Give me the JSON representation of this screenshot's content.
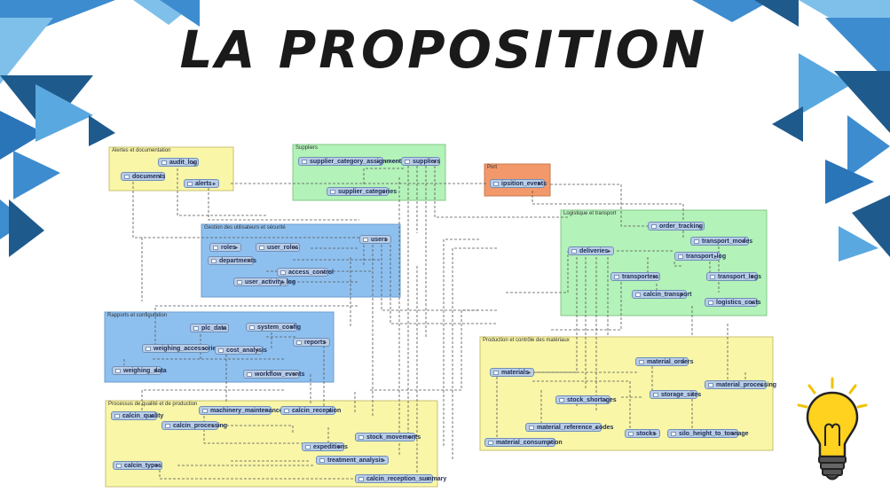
{
  "title": "LA PROPOSITION",
  "colors": {
    "dark_blue": "#1e5a8c",
    "mid_blue": "#3d8ccf",
    "light_blue": "#7fc0ea",
    "group_yellow": "#f9f6a8",
    "group_green": "#b3f2b8",
    "group_blue": "#8ec0ef",
    "group_orange": "#f3986b"
  },
  "groups": [
    {
      "id": "alertes",
      "label": "Alertes et documentation"
    },
    {
      "id": "suppliers",
      "label": "Suppliers"
    },
    {
      "id": "port",
      "label": "Port"
    },
    {
      "id": "gestion",
      "label": "Gestion des utilisateurs et sécurité"
    },
    {
      "id": "logistique",
      "label": "Logistique et transport"
    },
    {
      "id": "rapports",
      "label": "Rapports et configuration"
    },
    {
      "id": "production",
      "label": "Production et contrôle des matériaux"
    },
    {
      "id": "processus",
      "label": "Processus de qualité et de production"
    }
  ],
  "tables": [
    {
      "id": "audit_log",
      "label": "audit_log"
    },
    {
      "id": "documents",
      "label": "documents"
    },
    {
      "id": "alerts",
      "label": "alerts"
    },
    {
      "id": "supplier_category_assignments",
      "label": "supplier_category_assignments"
    },
    {
      "id": "suppliers",
      "label": "suppliers"
    },
    {
      "id": "supplier_categories",
      "label": "supplier_categories"
    },
    {
      "id": "ipsition_events",
      "label": "ipsition_events"
    },
    {
      "id": "users",
      "label": "users"
    },
    {
      "id": "roles",
      "label": "roles"
    },
    {
      "id": "user_roles",
      "label": "user_roles"
    },
    {
      "id": "departments",
      "label": "departments"
    },
    {
      "id": "access_control",
      "label": "access_control"
    },
    {
      "id": "user_activity_log",
      "label": "user_activity_log"
    },
    {
      "id": "order_tracking",
      "label": "order_tracking"
    },
    {
      "id": "transport_modes",
      "label": "transport_modes"
    },
    {
      "id": "deliveries",
      "label": "deliveries"
    },
    {
      "id": "transport_log",
      "label": "transport_log"
    },
    {
      "id": "transporters",
      "label": "transporters"
    },
    {
      "id": "transport_logs",
      "label": "transport_logs"
    },
    {
      "id": "calcin_transport",
      "label": "calcin_transport"
    },
    {
      "id": "logistics_costs",
      "label": "logistics_costs"
    },
    {
      "id": "plc_data",
      "label": "plc_data"
    },
    {
      "id": "system_config",
      "label": "system_config"
    },
    {
      "id": "reports",
      "label": "reports"
    },
    {
      "id": "weighing_accessories",
      "label": "weighing_accessories"
    },
    {
      "id": "cost_analysis",
      "label": "cost_analysis"
    },
    {
      "id": "weighing_data",
      "label": "weighing_data"
    },
    {
      "id": "workflow_events",
      "label": "workflow_events"
    },
    {
      "id": "material_orders",
      "label": "material_orders"
    },
    {
      "id": "materials",
      "label": "materials"
    },
    {
      "id": "material_processing",
      "label": "material_processing"
    },
    {
      "id": "storage_sites",
      "label": "storage_sites"
    },
    {
      "id": "stock_shortages",
      "label": "stock_shortages"
    },
    {
      "id": "material_reference_codes",
      "label": "material_reference_codes"
    },
    {
      "id": "stocks",
      "label": "stocks"
    },
    {
      "id": "silo_height_to_tonnage",
      "label": "silo_height_to_tonnage"
    },
    {
      "id": "material_consumption",
      "label": "material_consumption"
    },
    {
      "id": "calcin_quality",
      "label": "calcin_quality"
    },
    {
      "id": "machinery_maintenance",
      "label": "machinery_maintenance"
    },
    {
      "id": "calcin_reception",
      "label": "calcin_reception"
    },
    {
      "id": "calcin_processing",
      "label": "calcin_processing"
    },
    {
      "id": "stock_movements",
      "label": "stock_movements"
    },
    {
      "id": "expeditions",
      "label": "expeditions"
    },
    {
      "id": "calcin_types",
      "label": "calcin_types"
    },
    {
      "id": "treatment_analysis",
      "label": "treatment_analysis"
    },
    {
      "id": "calcin_reception_summary",
      "label": "calcin_reception_summary"
    }
  ]
}
